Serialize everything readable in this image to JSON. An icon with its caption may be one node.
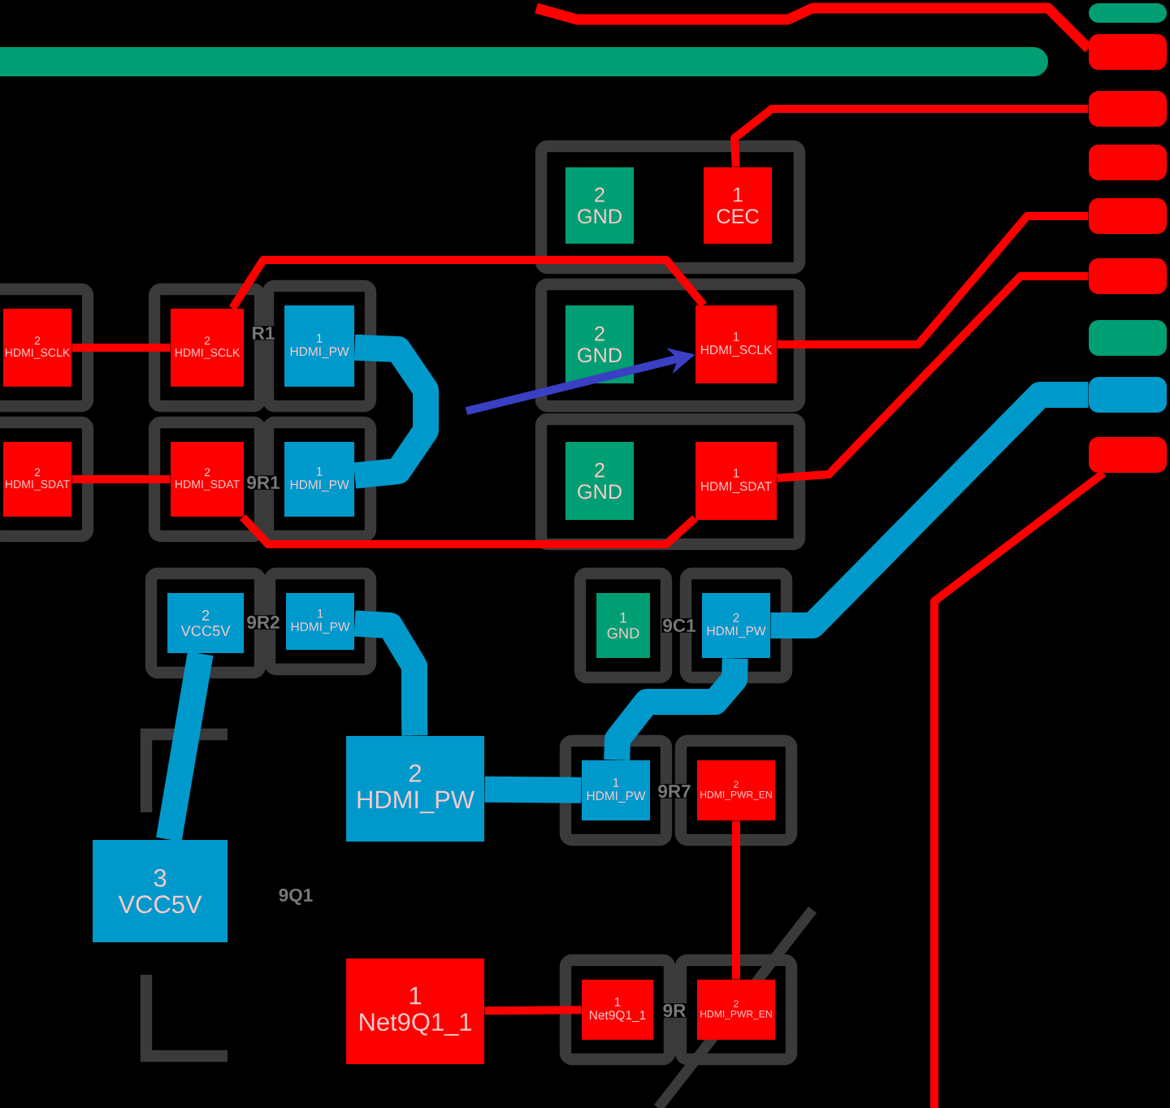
{
  "diagram": {
    "nodes": [
      {
        "text": [
          "2",
          "HDMI_SCLK"
        ]
      },
      {
        "text": [
          "2",
          "HDMI_SCLK"
        ]
      },
      {
        "text": [
          "1",
          "HDMI_PW"
        ]
      },
      {
        "text": [
          "2",
          "HDMI_SDAT"
        ]
      },
      {
        "text": [
          "2",
          "HDMI_SDAT"
        ]
      },
      {
        "text": [
          "1",
          "HDMI_PW"
        ]
      },
      {
        "text": [
          "2",
          "GND"
        ]
      },
      {
        "text": [
          "1",
          "CEC"
        ]
      },
      {
        "text": [
          "2",
          "GND"
        ]
      },
      {
        "text": [
          "1",
          "HDMI_SCLK"
        ]
      },
      {
        "text": [
          "2",
          "GND"
        ]
      },
      {
        "text": [
          "1",
          "HDMI_SDAT"
        ]
      },
      {
        "text": [
          "2",
          "VCC5V"
        ]
      },
      {
        "text": [
          "1",
          "HDMI_PW"
        ]
      },
      {
        "text": [
          "1",
          "GND"
        ]
      },
      {
        "text": [
          "2",
          "HDMI_PW"
        ]
      },
      {
        "text": [
          "2",
          "HDMI_PW"
        ]
      },
      {
        "text": [
          "1",
          "HDMI_PW"
        ]
      },
      {
        "text": [
          "2",
          "HDMI_PWR_EN"
        ]
      },
      {
        "text": [
          "3",
          "VCC5V"
        ]
      },
      {
        "text": [
          "1",
          "Net9Q1_1"
        ]
      },
      {
        "text": [
          "1",
          "Net9Q1_1"
        ]
      },
      {
        "text": [
          "2",
          "HDMI_PWR_EN"
        ]
      },
      {
        "text": [],
        "shape": "box"
      },
      {
        "text": [],
        "shape": "box"
      },
      {
        "text": [],
        "shape": "box"
      },
      {
        "text": [],
        "shape": "box"
      },
      {
        "text": [],
        "shape": "box"
      },
      {
        "text": [],
        "shape": "box"
      },
      {
        "text": [],
        "shape": "box"
      },
      {
        "text": [],
        "shape": "box"
      },
      {
        "text": [],
        "shape": "box"
      }
    ],
    "edges": [
      {
        "from": 0,
        "to": 1,
        "arrow": "none"
      },
      {
        "from": 2,
        "to": 5,
        "arrow": "none",
        "style": "thick",
        "color": "#0099cc"
      },
      {
        "from": 3,
        "to": 4,
        "arrow": "none"
      },
      {
        "from": 1,
        "to": 9,
        "arrow": "none"
      },
      {
        "from": 4,
        "to": 11,
        "arrow": "none"
      },
      {
        "from": 12,
        "to": 19,
        "arrow": "none",
        "style": "thick",
        "color": "#0099cc"
      },
      {
        "from": 13,
        "to": 16,
        "arrow": "none",
        "style": "thick",
        "color": "#0099cc"
      },
      {
        "from": 16,
        "to": 17,
        "arrow": "none",
        "style": "thick",
        "color": "#0099cc"
      },
      {
        "from": 17,
        "to": 15,
        "arrow": "none",
        "style": "thick",
        "color": "#0099cc"
      },
      {
        "from": 20,
        "to": 21,
        "arrow": "none"
      },
      {
        "from": 18,
        "to": 22,
        "arrow": "none"
      },
      {
        "from": 7,
        "to": 25,
        "arrow": "none"
      },
      {
        "from": 9,
        "to": 27,
        "arrow": "none"
      },
      {
        "from": 11,
        "to": 28,
        "arrow": "none"
      },
      {
        "from": 15,
        "to": 30,
        "arrow": "none",
        "style": "thick",
        "color": "#0099cc"
      },
      {
        "from": 31,
        "to": null,
        "arrow": "none"
      },
      {
        "from": null,
        "to": 9,
        "arrow": "to",
        "color": "#3a3fc4"
      }
    ],
    "labels": [
      "R1",
      "9R1",
      "9R2",
      "9C1",
      "9R7",
      "9R",
      "9Q1"
    ]
  }
}
